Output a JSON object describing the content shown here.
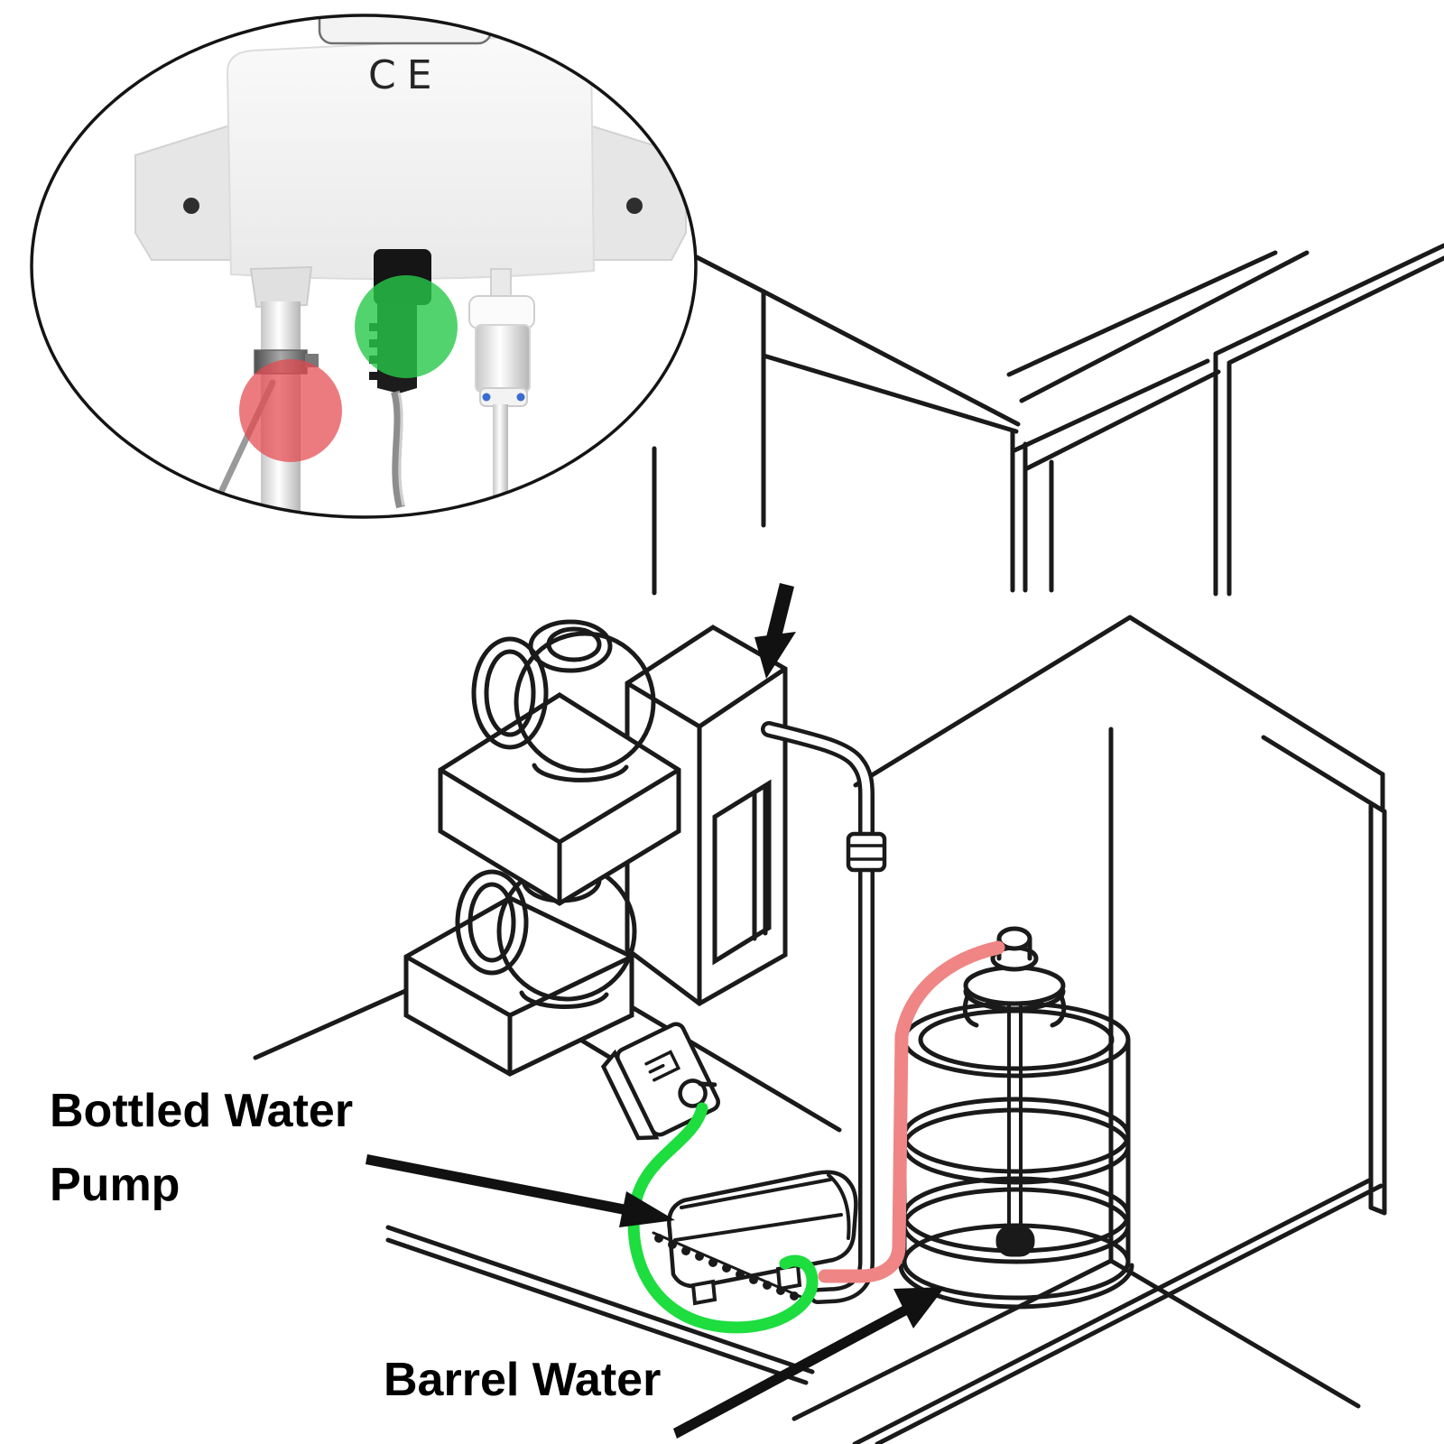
{
  "inset": {
    "ce_mark": "CE",
    "photo_subject": "pump underside with tube clamp, DC power plug and quick-connect fitting"
  },
  "labels": {
    "pump_line1": "Bottled Water",
    "pump_line2": "Pump",
    "barrel": "Barrel Water"
  },
  "colors": {
    "highlight_red": "#E4484E",
    "highlight_green": "#28C84A",
    "tube_red": "#EF8585",
    "cable_green": "#1DDD3F",
    "line_black": "#1A1A1A",
    "blue_collet_dot": "#3A6BD0"
  }
}
